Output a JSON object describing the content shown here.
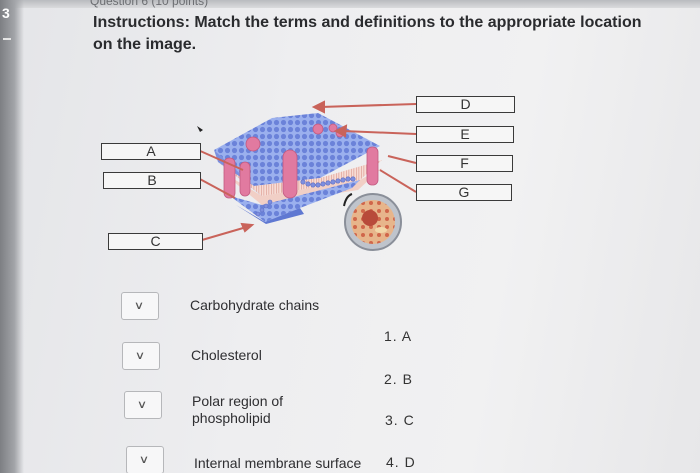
{
  "header": {
    "page_number": "3",
    "partial_title": "Question 6 (10 points)"
  },
  "instructions": "Instructions: Match the terms and definitions to the appropriate location on the image.",
  "diagram": {
    "labels": {
      "A": "A",
      "B": "B",
      "C": "C",
      "D": "D",
      "E": "E",
      "F": "F",
      "G": "G"
    },
    "colors": {
      "phospholipid_heads": "#7f95e6",
      "tails": "#f0c6bf",
      "proteins": "#e27a9f",
      "arrows": "#c9635a",
      "cell_inset": "#d86a4a"
    }
  },
  "terms": [
    {
      "label": "Carbohydrate chains"
    },
    {
      "label": "Cholesterol"
    },
    {
      "label": "Polar region of phospholipid"
    },
    {
      "label": "Internal membrane surface"
    }
  ],
  "choices": [
    "1. A",
    "2. B",
    "3. C",
    "4. D"
  ],
  "icons": {
    "dropdown": "chevron-down-icon"
  }
}
